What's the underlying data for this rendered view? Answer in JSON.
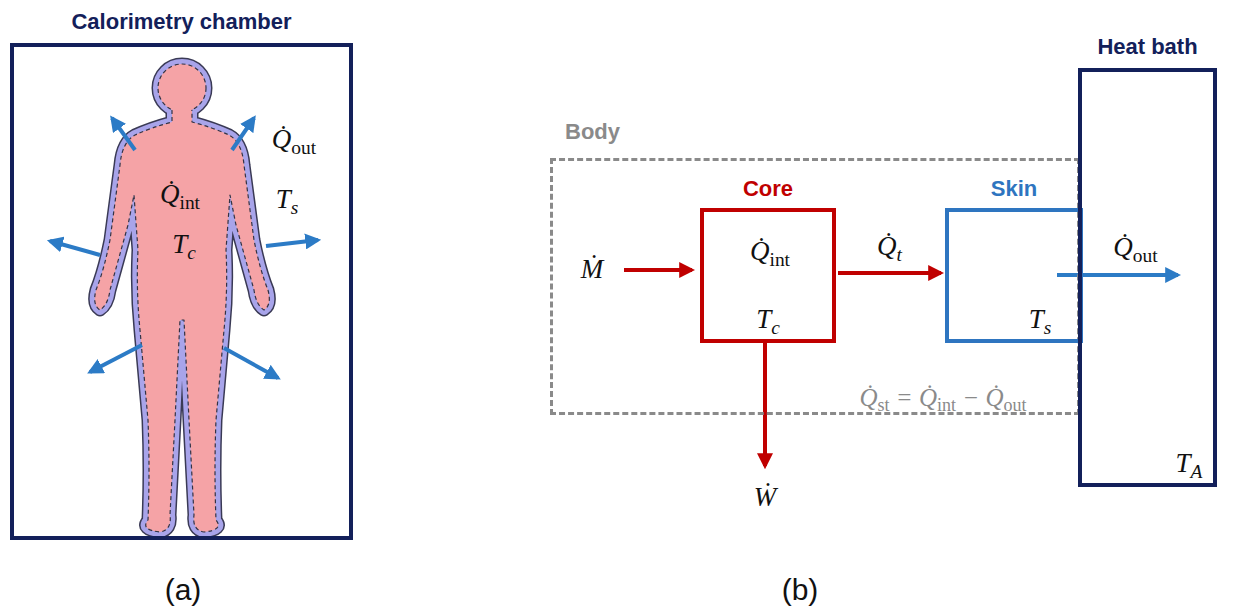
{
  "diagram": {
    "nodes": [
      {
        "text": [
          "Calorimetry chamber"
        ]
      },
      {
        "text": [
          "Body",
          "Q̇st = Q̇int − Q̇out"
        ]
      },
      {
        "text": [
          "Core",
          "Q̇int",
          "Tc"
        ],
        "in": 1
      },
      {
        "text": [
          "Skin",
          "Ts"
        ],
        "in": 1
      },
      {
        "text": [
          "Heat bath",
          "TA"
        ]
      }
    ],
    "edges": [
      {
        "from": 2,
        "to": 3,
        "label": "Q̇t",
        "arrow": "to"
      },
      {
        "from": 3,
        "to": 4,
        "label": "Q̇out",
        "arrow": "to"
      }
    ],
    "labels": [
      "Q̇out",
      "Q̇int",
      "Tc",
      "Ts",
      "(a)",
      "Ṁ",
      "Ẇ",
      "(b)"
    ]
  }
}
